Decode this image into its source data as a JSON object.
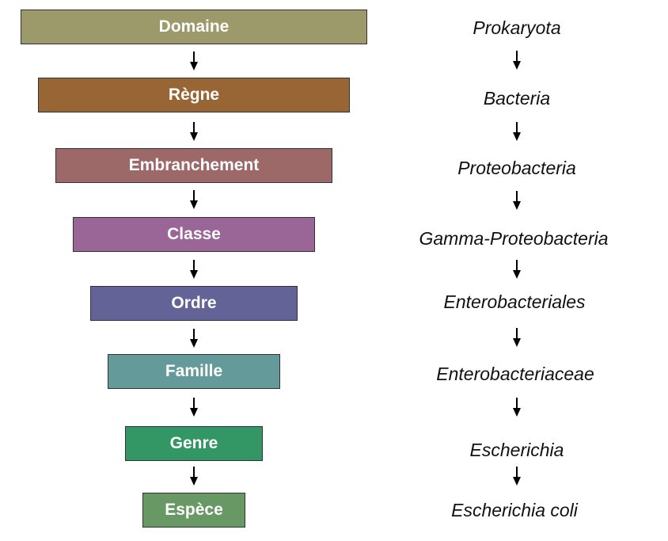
{
  "ranks": [
    {
      "label": "Domaine",
      "color": "#9c9a6a"
    },
    {
      "label": "Règne",
      "color": "#986535"
    },
    {
      "label": "Embranchement",
      "color": "#9c6868"
    },
    {
      "label": "Classe",
      "color": "#9a6698"
    },
    {
      "label": "Ordre",
      "color": "#646398"
    },
    {
      "label": "Famille",
      "color": "#659a9a"
    },
    {
      "label": "Genre",
      "color": "#329764"
    },
    {
      "label": "Espèce",
      "color": "#689863"
    }
  ],
  "taxa": [
    "Prokaryota",
    "Bacteria",
    "Proteobacteria",
    "Gamma-Proteobacteria",
    "Enterobacteriales",
    "Enterobacteriaceae",
    "Escherichia",
    "Escherichia coli"
  ]
}
